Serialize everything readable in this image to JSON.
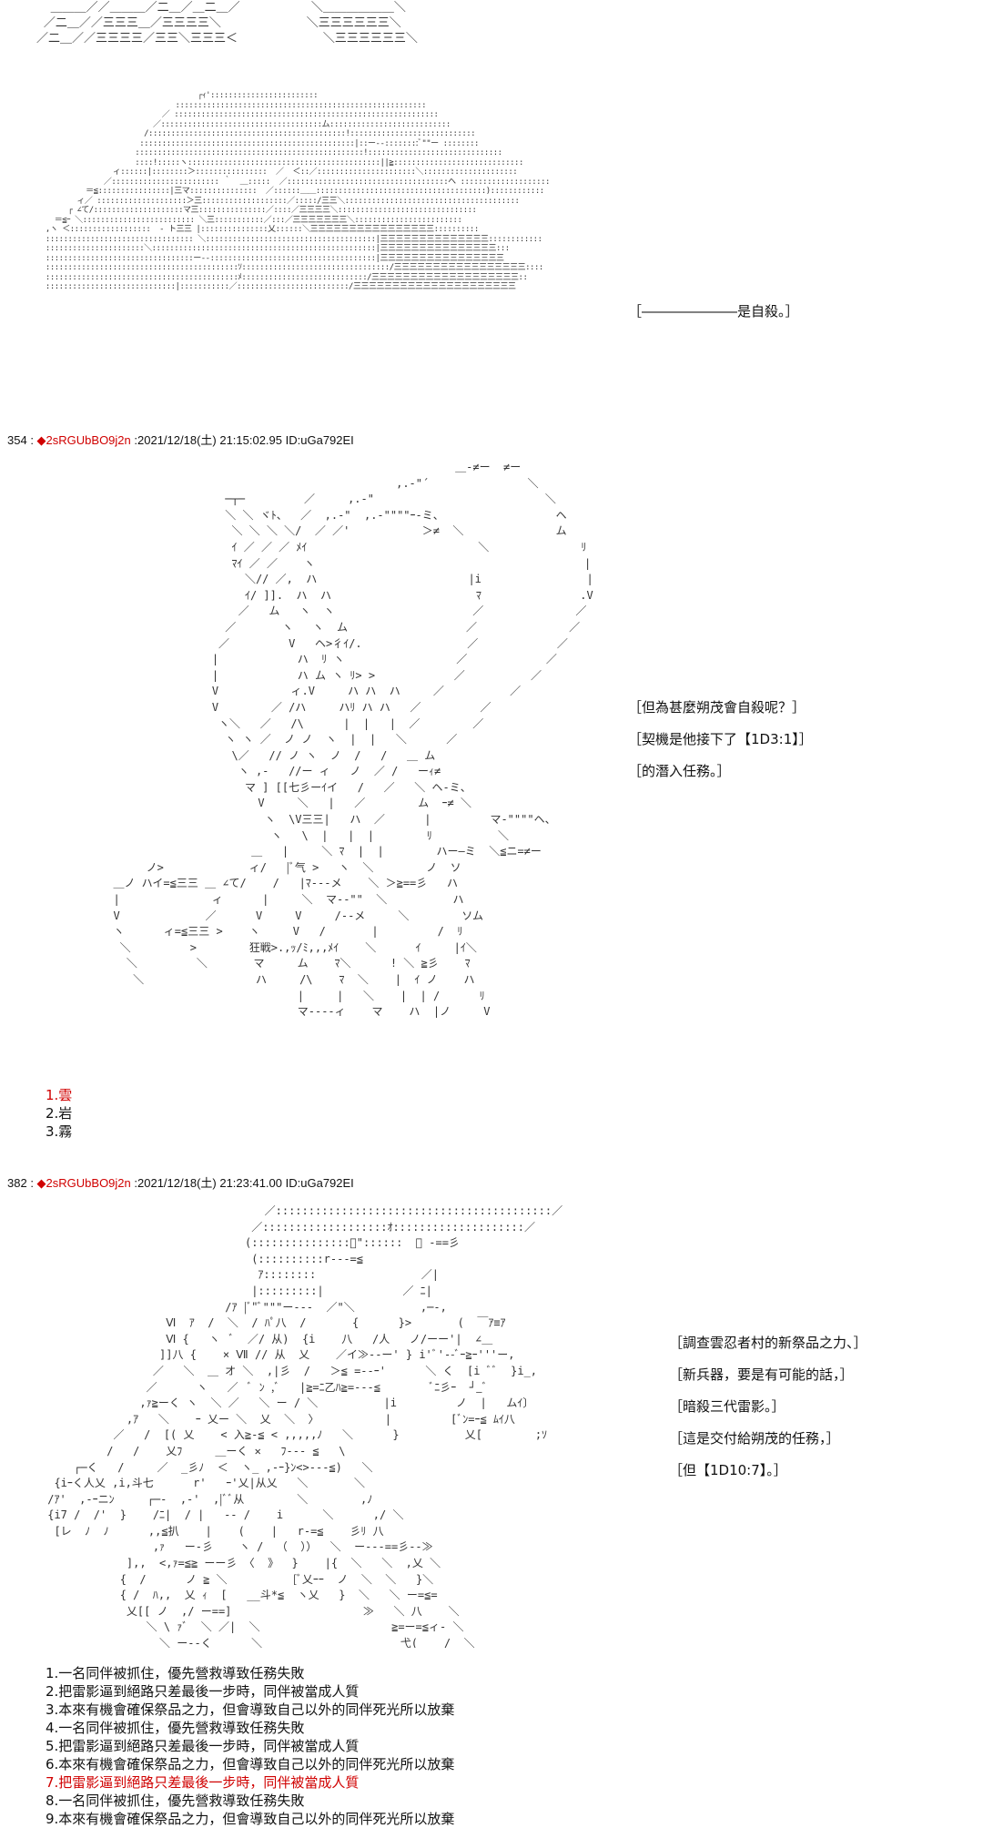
{
  "colors": {
    "highlight": "#d00000",
    "text": "#111111",
    "art": "#333333"
  },
  "section1": {
    "caption": "［―――――――是自殺。］"
  },
  "post354": {
    "number": "354",
    "trip": "◆2sRGUbBO9j2n",
    "datetime": "2021/12/18(土) 21:15:02.95",
    "id": "ID:uGa792EI",
    "caption_lines": [
      "［但為甚麼朔茂會自殺呢？］",
      "［契機是他接下了【1D3:1】］",
      "［的潛入任務。］"
    ],
    "choices": [
      "1.雲",
      "2.岩",
      "3.霧"
    ],
    "highlight_index": 0
  },
  "post382": {
    "number": "382",
    "trip": "◆2sRGUbBO9j2n",
    "datetime": "2021/12/18(土) 21:23:41.00",
    "id": "ID:uGa792EI",
    "caption_lines": [
      "［調查雲忍者村的新祭品之力、］",
      "［新兵器，要是有可能的話，］",
      "［暗殺三代雷影。］",
      "［這是交付給朔茂的任務，］",
      "［但【1D10:7】。］"
    ],
    "choices": [
      "1.一名同伴被抓住，優先營救導致任務失敗",
      "2.把雷影逼到絕路只差最後一步時，同伴被當成人質",
      "3.本來有機會確保祭品之力，但會導致自己以外的同伴死光所以放棄",
      "4.一名同伴被抓住，優先營救導致任務失敗",
      "5.把雷影逼到絕路只差最後一步時，同伴被當成人質",
      "6.本來有機會確保祭品之力，但會導致自己以外的同伴死光所以放棄",
      "7.把雷影逼到絕路只差最後一步時，同伴被當成人質",
      "8.一名同伴被抓住，優先營救導致任務失敗",
      "9.本來有機會確保祭品之力，但會導致自己以外的同伴死光所以放棄"
    ],
    "highlight_index": 6
  }
}
